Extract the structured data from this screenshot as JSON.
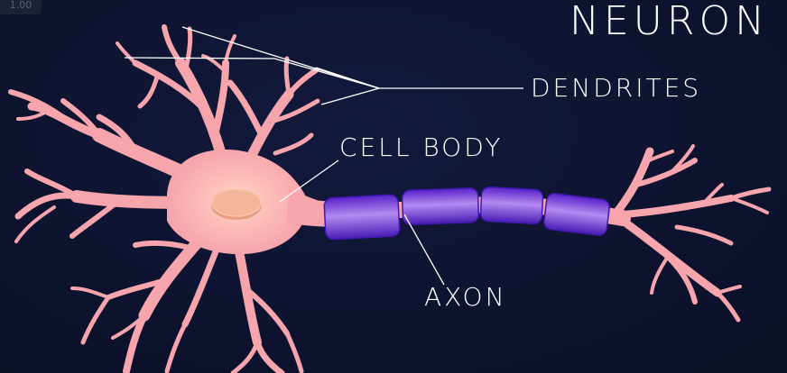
{
  "zoom_level": "1.00",
  "title": "NEURON",
  "labels": {
    "dendrites": "DENDRITES",
    "cell_body": "CELL BODY",
    "axon": "AXON"
  },
  "colors": {
    "background": "#0e1330",
    "neuron_pink": "#f7a5ad",
    "soma_glow": "#ffcfc4",
    "nucleus": "#f4b59a",
    "myelin": "#7b3fe0",
    "myelin_highlight": "#c39cf4",
    "leader_line": "#ffffff"
  }
}
